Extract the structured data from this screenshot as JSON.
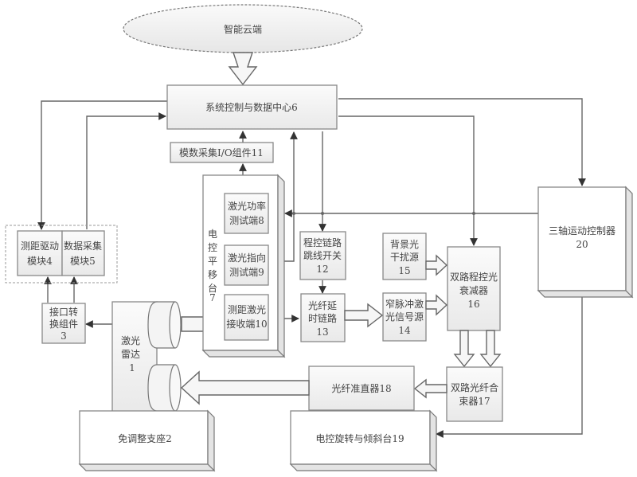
{
  "diagram": {
    "cloud": {
      "label": "智能云端"
    },
    "center": {
      "label": "系统控制与数据中心6"
    },
    "io": {
      "label": "模数采集I/O组件11"
    },
    "ranging_driver": {
      "lines": [
        "测距驱动",
        "模块4"
      ]
    },
    "data_acq": {
      "lines": [
        "数据采集",
        "模块5"
      ]
    },
    "interface": {
      "lines": [
        "接口转",
        "换组件",
        "3"
      ]
    },
    "lidar": {
      "lines": [
        "激光",
        "雷达",
        "1"
      ]
    },
    "mount": {
      "label": "免调整支座2"
    },
    "stage": {
      "lines": [
        "电",
        "控",
        "平",
        "移",
        "台",
        "7"
      ]
    },
    "power_test": {
      "lines": [
        "激光功率",
        "测试端8"
      ]
    },
    "pointing_test": {
      "lines": [
        "激光指向",
        "测试端9"
      ]
    },
    "ranging_rx": {
      "lines": [
        "测距激光",
        "接收端10"
      ]
    },
    "switch": {
      "lines": [
        "程控链路",
        "跳线开关",
        "12"
      ]
    },
    "fiber_delay": {
      "lines": [
        "光纤延",
        "时链路",
        "13"
      ]
    },
    "pulse_source": {
      "lines": [
        "窄脉冲激",
        "光信号源",
        "14"
      ]
    },
    "bg_source": {
      "lines": [
        "背景光",
        "干扰源",
        "15"
      ]
    },
    "attenuator": {
      "lines": [
        "双路程控光",
        "衰减器",
        "16"
      ]
    },
    "combiner": {
      "lines": [
        "双路光纤合",
        "束器17"
      ]
    },
    "collimator": {
      "label": "光纤准直器18"
    },
    "rotation_stage": {
      "label": "电控旋转与倾斜台19"
    },
    "motion_ctrl": {
      "lines": [
        "三轴运动控制器",
        "20"
      ]
    }
  }
}
